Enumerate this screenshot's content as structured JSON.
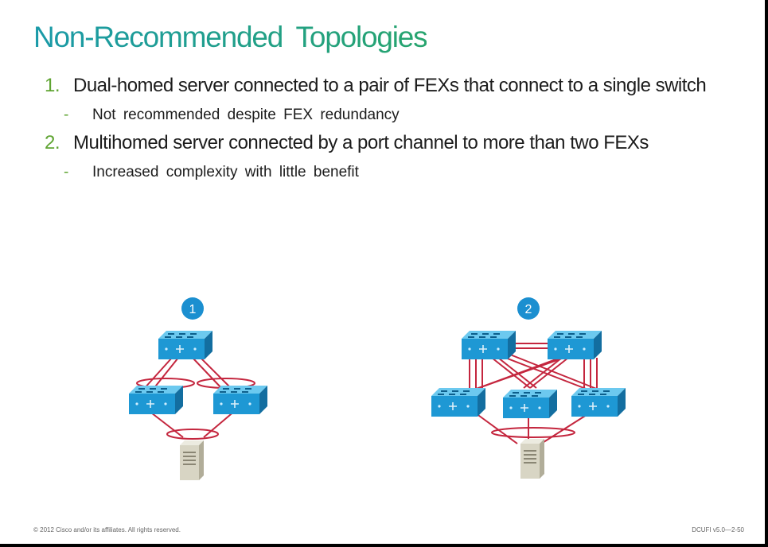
{
  "slide": {
    "title": "Non-Recommended Topologies",
    "bullets": [
      {
        "number": "1.",
        "text": "Dual-homed server connected to a pair of FEXs that connect to a single switch",
        "sub": "Not recommended despite FEX redundancy"
      },
      {
        "number": "2.",
        "text": "Multihomed server connected by a port channel to more than two FEXs",
        "sub": "Increased complexity with little benefit"
      }
    ],
    "sub_marker": "-",
    "diagram": {
      "badge_1": "1",
      "badge_2": "2",
      "badge_color": "#1b8fd0",
      "link_color": "#c4263e",
      "device_color": "#2aa3dc",
      "server_color": "#d8d5c4"
    },
    "footer_left": "© 2012 Cisco and/or its affiliates. All rights reserved.",
    "footer_right": "DCUFI v5.0—2-50"
  }
}
